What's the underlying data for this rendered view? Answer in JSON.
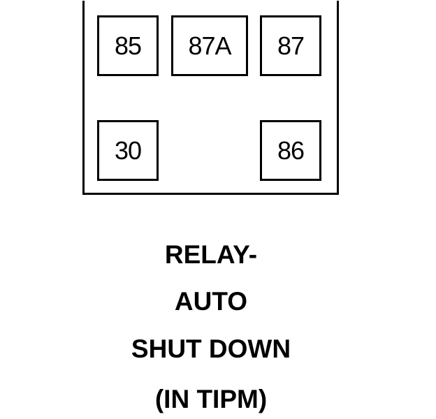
{
  "relay": {
    "terminals": [
      {
        "id": "85",
        "label": "85"
      },
      {
        "id": "87A",
        "label": "87A"
      },
      {
        "id": "87",
        "label": "87"
      },
      {
        "id": "30",
        "label": "30"
      },
      {
        "id": "86",
        "label": "86"
      }
    ]
  },
  "caption": {
    "lines": [
      "RELAY-",
      "AUTO",
      "SHUT DOWN",
      "(IN TIPM)"
    ]
  }
}
